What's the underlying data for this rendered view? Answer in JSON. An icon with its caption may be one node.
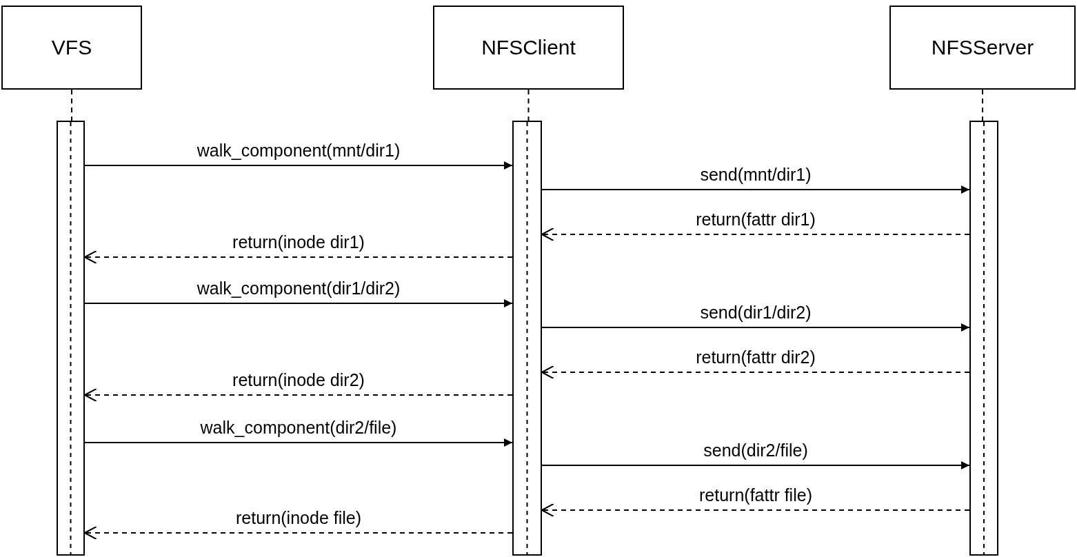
{
  "diagram": {
    "nodes": [
      {
        "text": [
          "VFS"
        ]
      },
      {
        "text": [
          "NFSClient"
        ]
      },
      {
        "text": [
          "NFSServer"
        ]
      },
      {
        "text": [],
        "shape": "bar"
      },
      {
        "text": [],
        "shape": "bar"
      },
      {
        "text": [],
        "shape": "bar"
      }
    ],
    "edges": [
      {
        "from": 0,
        "to": 3,
        "arrow": "none",
        "style": "dashed"
      },
      {
        "from": 1,
        "to": 4,
        "arrow": "none",
        "style": "dashed"
      },
      {
        "from": 2,
        "to": 5,
        "arrow": "none",
        "style": "dashed"
      },
      {
        "from": 3,
        "to": 4,
        "arrow": "to",
        "label": "walk_component(mnt/dir1)"
      },
      {
        "from": 4,
        "to": 5,
        "arrow": "to",
        "label": "send(mnt/dir1)"
      },
      {
        "from": 5,
        "to": 4,
        "arrow": "to",
        "label": "return(fattr dir1)",
        "style": "dashed"
      },
      {
        "from": 4,
        "to": 3,
        "arrow": "to",
        "label": "return(inode dir1)",
        "style": "dashed"
      },
      {
        "from": 3,
        "to": 4,
        "arrow": "to",
        "label": "walk_component(dir1/dir2)"
      },
      {
        "from": 4,
        "to": 5,
        "arrow": "to",
        "label": "send(dir1/dir2)"
      },
      {
        "from": 5,
        "to": 4,
        "arrow": "to",
        "label": "return(fattr dir2)",
        "style": "dashed"
      },
      {
        "from": 4,
        "to": 3,
        "arrow": "to",
        "label": "return(inode dir2)",
        "style": "dashed"
      },
      {
        "from": 3,
        "to": 4,
        "arrow": "to",
        "label": "walk_component(dir2/file)"
      },
      {
        "from": 4,
        "to": 5,
        "arrow": "to",
        "label": "send(dir2/file)"
      },
      {
        "from": 5,
        "to": 4,
        "arrow": "to",
        "label": "return(fattr file)",
        "style": "dashed"
      },
      {
        "from": 4,
        "to": 3,
        "arrow": "to",
        "label": "return(inode file)",
        "style": "dashed"
      }
    ]
  }
}
